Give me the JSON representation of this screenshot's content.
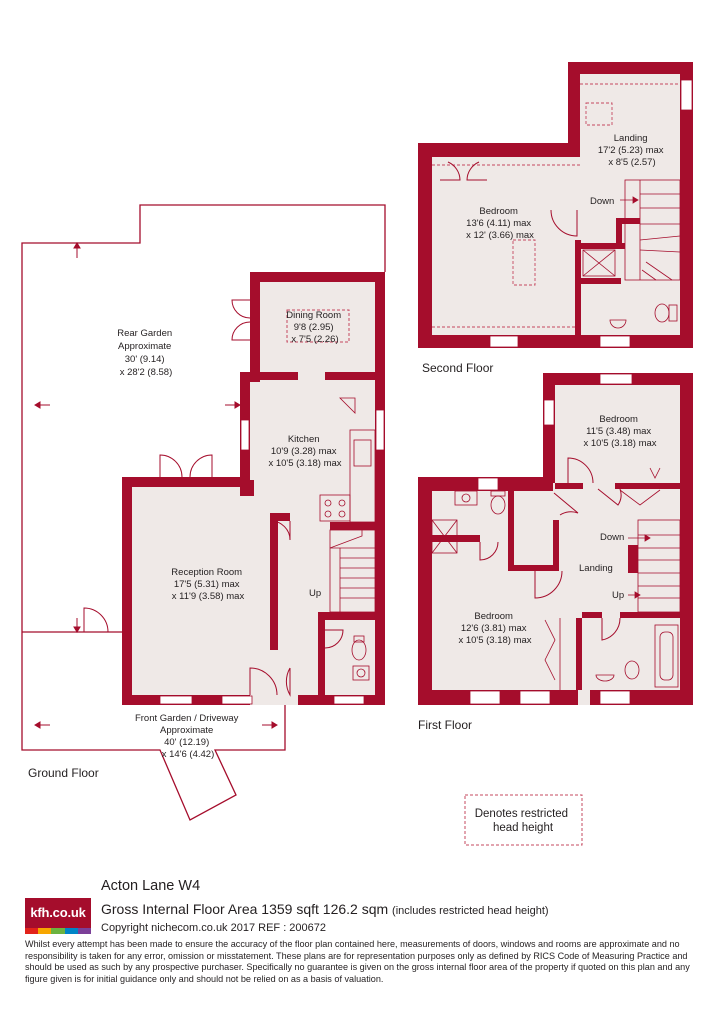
{
  "floors": {
    "ground": "Ground Floor",
    "first": "First Floor",
    "second": "Second Floor"
  },
  "rooms": {
    "rear_garden": [
      "Rear Garden",
      "Approximate",
      "30' (9.14)",
      "x 28'2 (8.58)"
    ],
    "dining_room": [
      "Dining Room",
      "9'8 (2.95)",
      "x 7'5 (2.26)"
    ],
    "kitchen": [
      "Kitchen",
      "10'9 (3.28) max",
      "x 10'5 (3.18) max"
    ],
    "reception_room": [
      "Reception Room",
      "17'5 (5.31) max",
      "x 11'9 (3.58) max"
    ],
    "front_garden": [
      "Front Garden / Driveway",
      "Approximate",
      "40' (12.19)",
      "x 14'6 (4.42)"
    ],
    "second_bedroom": [
      "Bedroom",
      "13'6 (4.11) max",
      "x 12' (3.66) max"
    ],
    "second_landing": [
      "Landing",
      "17'2 (5.23) max",
      "x 8'5 (2.57)"
    ],
    "first_bedroom_rear": [
      "Bedroom",
      "11'5 (3.48) max",
      "x 10'5 (3.18) max"
    ],
    "first_bedroom_front": [
      "Bedroom",
      "12'6 (3.81) max",
      "x 10'5 (3.18) max"
    ],
    "first_landing": "Landing"
  },
  "stairs": {
    "ground_up": "Up",
    "first_down": "Down",
    "first_up": "Up",
    "second_down": "Down"
  },
  "legend": {
    "line1": "Denotes restricted",
    "line2": "head height"
  },
  "footer": {
    "logo": "kfh.co.uk",
    "logo_stripes": [
      "#e2231a",
      "#f7a600",
      "#6cb33f",
      "#0085c7",
      "#7b3f98"
    ],
    "address": "Acton Lane W4",
    "area": "Gross Internal Floor Area 1359 sqft 126.2 sqm",
    "area_note": "(includes restricted head height)",
    "copyright": "Copyright nichecom.co.uk 2017 REF : 200672",
    "disclaimer": "Whilst every attempt has been made to ensure the accuracy of the floor plan contained here, measurements of doors, windows and rooms are approximate and no responsibility is taken for any error, omission or misstatement. These plans are for representation purposes only as defined by RICS Code of Measuring Practice and should be used as such by any prospective purchaser. Specifically no guarantee is given on the gross internal floor area of the property if quoted on this plan and any figure given is for initial guidance only and should not be relied on as a basis of valuation."
  },
  "colors": {
    "wall": "#a50d2c",
    "floor": "#efe9e7",
    "restricted": "#c4485f"
  }
}
